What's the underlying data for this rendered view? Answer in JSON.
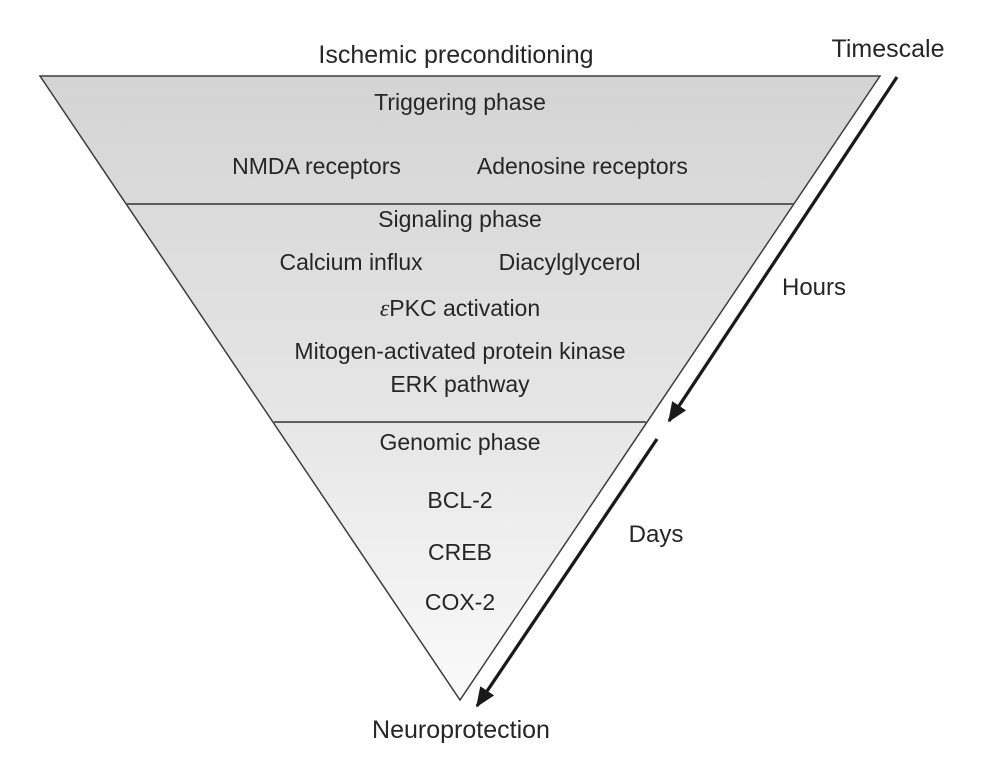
{
  "figure": {
    "title": "Ischemic preconditioning",
    "timescale": {
      "label": "Timescale",
      "hours": "Hours",
      "days": "Days"
    },
    "funnel": {
      "triggering": {
        "heading": "Triggering phase",
        "left_item": "NMDA receptors",
        "right_item": "Adenosine receptors"
      },
      "signaling": {
        "heading": "Signaling phase",
        "left_item": "Calcium influx",
        "right_item": "Diacylglycerol",
        "pkc_epsilon": "ε",
        "pkc_rest": "PKC activation",
        "mapk": "Mitogen-activated protein kinase",
        "erk": "ERK pathway"
      },
      "genomic": {
        "heading": "Genomic phase",
        "item1": "BCL-2",
        "item2": "CREB",
        "item3": "COX-2"
      }
    },
    "outcome": "Neuroprotection",
    "colors": {
      "funnel_top": "#d4d4d4",
      "funnel_bottom": "#fafafa",
      "outline": "#3d3d3d",
      "divider": "#4a4a4a",
      "arrow": "#1a1a1a",
      "text": "#262626"
    }
  }
}
